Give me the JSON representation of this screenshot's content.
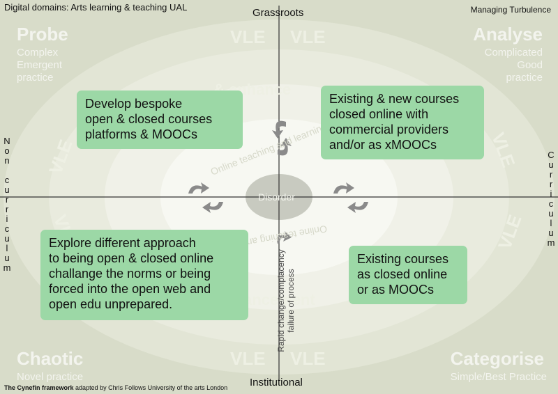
{
  "header": {
    "left_title": "Digital domains: Arts learning & teaching UAL",
    "right_title": "Managing Turbulence"
  },
  "axes": {
    "top": "Grassroots",
    "bottom": "Institutional",
    "left": [
      "N",
      "o",
      "n",
      " ",
      "c",
      "u",
      "r",
      "r",
      "i",
      "c",
      "u",
      "l",
      "u",
      "m"
    ],
    "right": [
      "C",
      "u",
      "r",
      "r",
      "i",
      "c",
      "u",
      "l",
      "u",
      "m"
    ]
  },
  "quadrants": {
    "probe": {
      "title": "Probe",
      "sub": [
        "Complex",
        "Emergent",
        "practice"
      ]
    },
    "analyse": {
      "title": "Analyse",
      "sub": [
        "Complicated",
        "Good",
        "practice"
      ]
    },
    "chaotic": {
      "title": "Chaotic",
      "sub": [
        "Novel practice"
      ]
    },
    "categorise": {
      "title": "Categorise",
      "sub": [
        "Simple/Best Practice"
      ]
    }
  },
  "center": {
    "label": "Disorder"
  },
  "boxes": [
    {
      "lines": [
        "Develop bespoke",
        "open & closed courses",
        "platforms & MOOCs"
      ]
    },
    {
      "lines": [
        "Existing & new courses",
        "closed online with",
        "commercial providers",
        "and/or as xMOOCs"
      ]
    },
    {
      "lines": [
        "Explore different approach",
        "to being open & closed online",
        "challange the norms or being",
        "forced into the open web and",
        "open edu unprepared."
      ]
    },
    {
      "lines": [
        "Existing courses",
        "as closed online",
        "or as MOOCs"
      ]
    }
  ],
  "rotated_note": [
    "Rapid change/complacency",
    "failure of process"
  ],
  "ring_labels": {
    "vle": "VLE",
    "enhance": "& enhance",
    "enhancement": "enhancement",
    "online_teaching": "Online teaching and learning",
    "online_teaching_2": "Online teaching and learning"
  },
  "footer": {
    "bold": "The Cynefin framework",
    "rest": "adapted by Chris Follows University of the arts London"
  },
  "colors": {
    "background": "#d8dcc9",
    "ring_outer": "#e4e7d8",
    "ring_mid": "#ecede2",
    "ring_inner": "#f4f5ee",
    "ring_core": "#f9faf6",
    "center": "#c8cac0",
    "box": "#9cd8a6",
    "arrow": "#8a8a8a"
  },
  "icons": [
    "rotate-arrows-icon"
  ]
}
